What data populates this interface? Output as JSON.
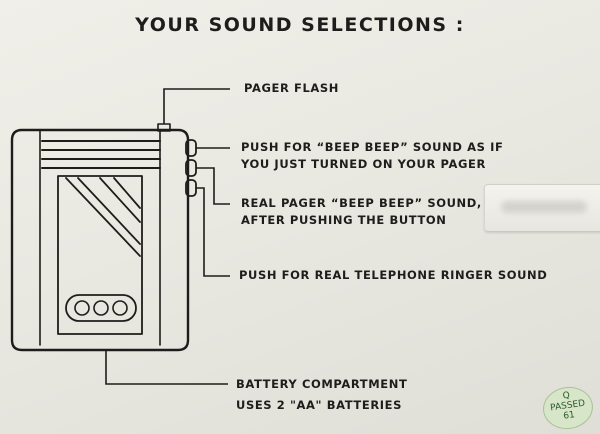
{
  "heading": "YOUR SOUND SELECTIONS :",
  "labels": {
    "pager_flash": "PAGER FLASH",
    "beep_push_line1": "PUSH FOR “BEEP BEEP” SOUND AS IF",
    "beep_push_line2": "YOU JUST TURNED ON YOUR PAGER",
    "real_beep_line1": "REAL PAGER “BEEP BEEP” SOUND,",
    "real_beep_line2": "AFTER PUSHING THE BUTTON",
    "ringer": "PUSH FOR REAL TELEPHONE RINGER SOUND",
    "battery_line1": "BATTERY COMPARTMENT",
    "battery_line2": "USES 2 \"AA\" BATTERIES"
  },
  "qc_sticker": {
    "letter": "Q",
    "text": "PASSED",
    "number": "61"
  },
  "colors": {
    "ink": "#1e1d1b",
    "paper": "#ecebe5",
    "sticker_green": "#d7e5c9"
  }
}
